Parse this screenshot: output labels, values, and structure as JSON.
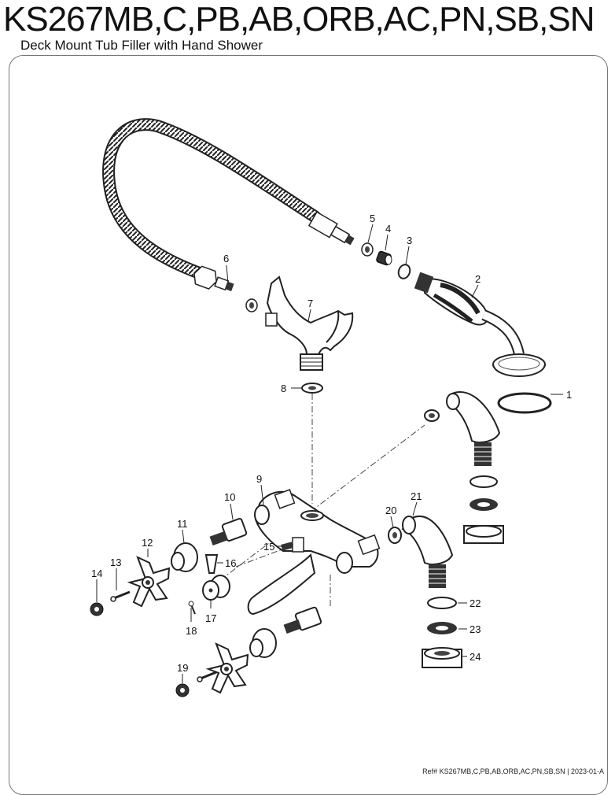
{
  "header": {
    "title": "KS267MB,C,PB,AB,ORB,AC,PN,SB,SN",
    "subtitle": "Deck Mount Tub Filler with Hand Shower"
  },
  "diagram": {
    "part_numbers": [
      "1",
      "2",
      "3",
      "4",
      "5",
      "6",
      "7",
      "8",
      "9",
      "10",
      "11",
      "12",
      "13",
      "14",
      "15",
      "16",
      "17",
      "18",
      "19",
      "20",
      "21",
      "22",
      "23",
      "24"
    ]
  },
  "footer": {
    "text": "Ref# KS267MB,C,PB,AB,ORB,AC,PN,SB,SN | 2023-01-A"
  }
}
